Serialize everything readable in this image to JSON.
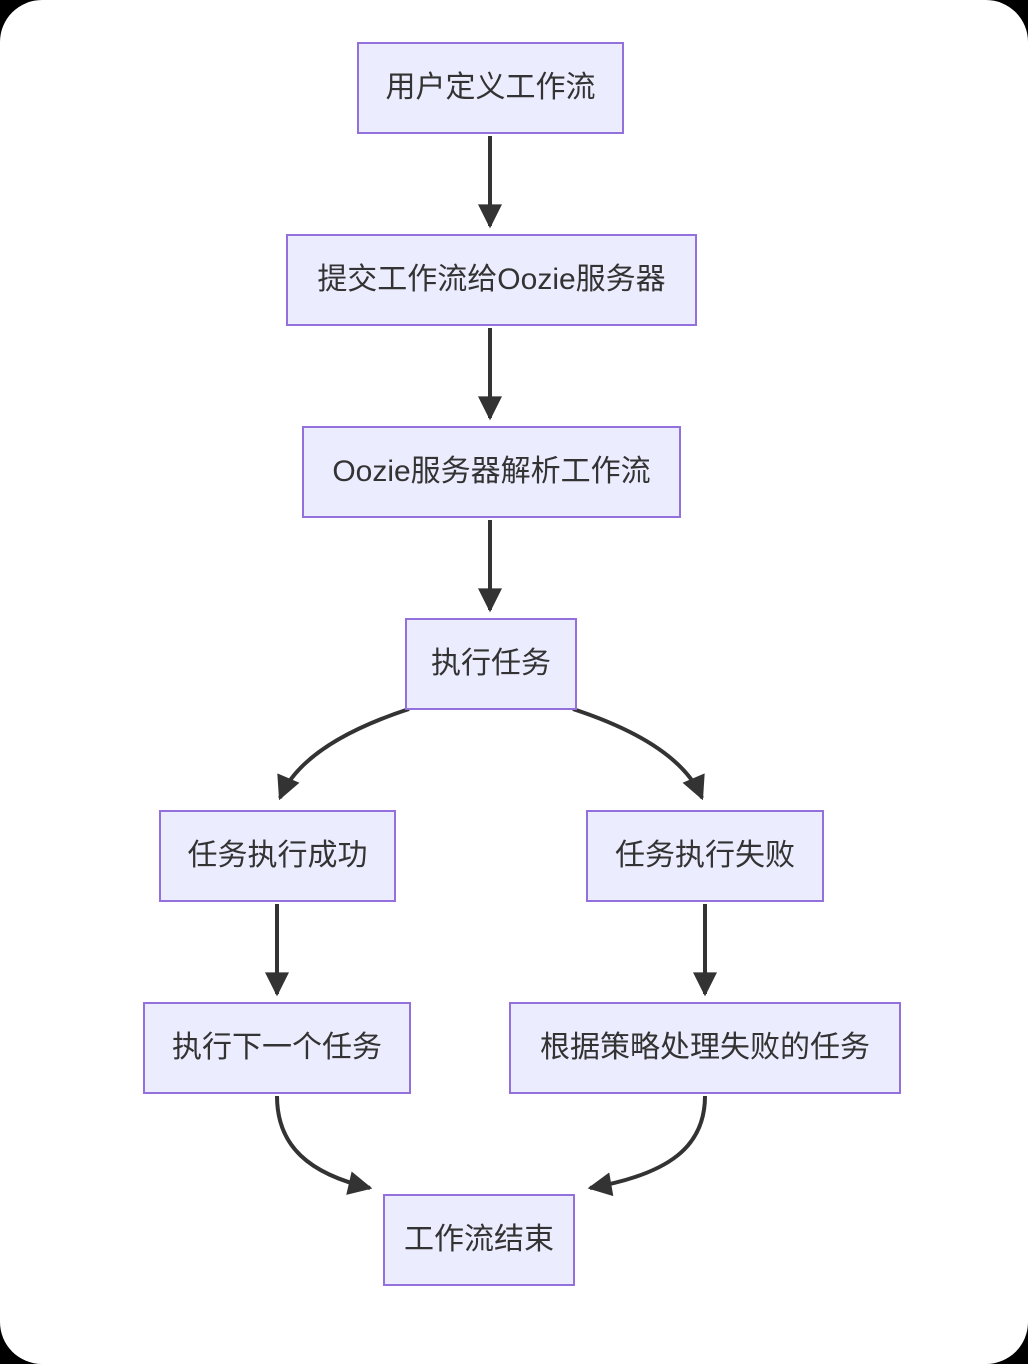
{
  "theme": {
    "node_fill": "#ECECFF",
    "node_border": "#9370DB",
    "edge_color": "#333333",
    "text_color": "#333333",
    "canvas_background": "#ffffff",
    "outer_background": "#000000"
  },
  "diagram": {
    "type": "flowchart",
    "direction": "top-down",
    "nodes": {
      "user_define": "用户定义工作流",
      "submit": "提交工作流给Oozie服务器",
      "parse": "Oozie服务器解析工作流",
      "execute": "执行任务",
      "success": "任务执行成功",
      "fail": "任务执行失败",
      "next_task": "执行下一个任务",
      "handle_fail": "根据策略处理失败的任务",
      "end": "工作流结束"
    },
    "edges": [
      {
        "from": "user_define",
        "to": "submit"
      },
      {
        "from": "submit",
        "to": "parse"
      },
      {
        "from": "parse",
        "to": "execute"
      },
      {
        "from": "execute",
        "to": "success"
      },
      {
        "from": "execute",
        "to": "fail"
      },
      {
        "from": "success",
        "to": "next_task"
      },
      {
        "from": "fail",
        "to": "handle_fail"
      },
      {
        "from": "next_task",
        "to": "end"
      },
      {
        "from": "handle_fail",
        "to": "end"
      }
    ]
  }
}
